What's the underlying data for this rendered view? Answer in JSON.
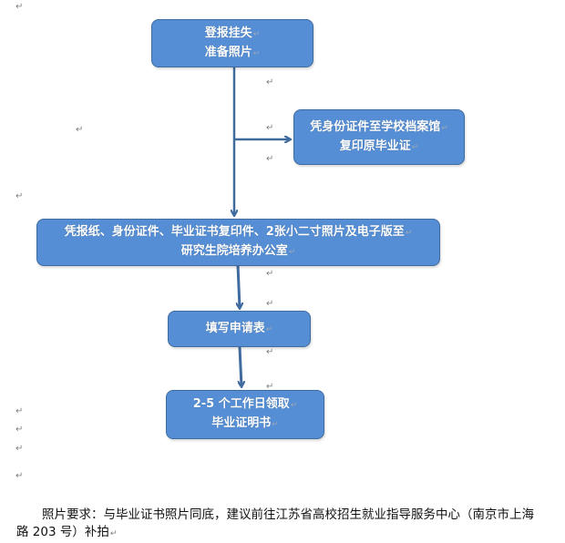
{
  "flowchart": {
    "steps": [
      {
        "id": "step1",
        "lines": [
          "登报挂失",
          "准备照片"
        ]
      },
      {
        "id": "branch",
        "lines": [
          "凭身份证件至学校档案馆",
          "复印原毕业证"
        ]
      },
      {
        "id": "step2",
        "lines": [
          "凭报纸、身份证件、毕业证书复印件、2张小二寸照片及电子版至",
          "研究生院培养办公室"
        ]
      },
      {
        "id": "step3",
        "lines": [
          "填写申请表"
        ]
      },
      {
        "id": "step4",
        "lines": [
          "2-5 个工作日领取",
          "毕业证明书"
        ]
      }
    ]
  },
  "note": {
    "text": "照片要求：与毕业证书照片同底，建议前往江苏省高校招生就业指导服务中心（南京市上海路 203 号）补拍"
  },
  "marks": {
    "paragraph_mark": "↵"
  },
  "colors": {
    "box_fill": "#558ed5",
    "box_border": "#3f6b9f",
    "arrow": "#3f6b9f"
  }
}
